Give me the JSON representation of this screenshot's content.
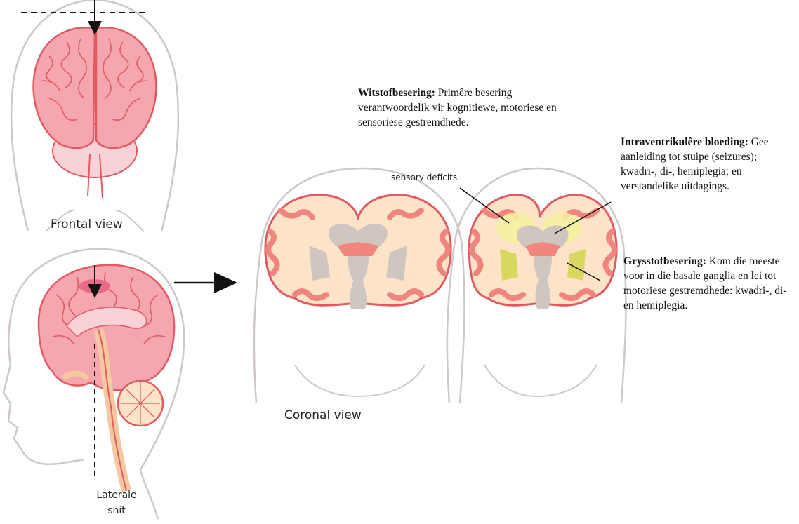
{
  "labels": {
    "frontal_view": "Frontal view",
    "lateral_cut": "Laterale snit",
    "coronal_view": "Coronal view",
    "sensory_deficits": "sensory deficits"
  },
  "annotations": {
    "white_matter": {
      "title": "Witstofbesering:",
      "body": "Primêre besering verantwoordelik vir kognitiewe, motoriese en sensoriese gestremdhede."
    },
    "intraventricular": {
      "title": "Intraventrikulêre bloeding:",
      "body": "Gee aanleiding tot stuipe (seizures); kwadri-, di-, hemiplegia; en verstandelike uitdagings."
    },
    "grey_matter": {
      "title": "Grysstofbesering:",
      "body": "Kom die meeste voor in die basale ganglia en lei tot motoriese gestremdhede: kwadri-, di- en hemiplegia."
    }
  },
  "colors": {
    "cortex": "#f08a8f",
    "cortex_outline": "#d9534f",
    "white_matter": "#fde3c8",
    "head_outline": "#cfc8c4",
    "deep_structures": "#cfc6c2",
    "lesion_yellow": "#f5f0a0",
    "lesion_olive": "#d8d860"
  }
}
